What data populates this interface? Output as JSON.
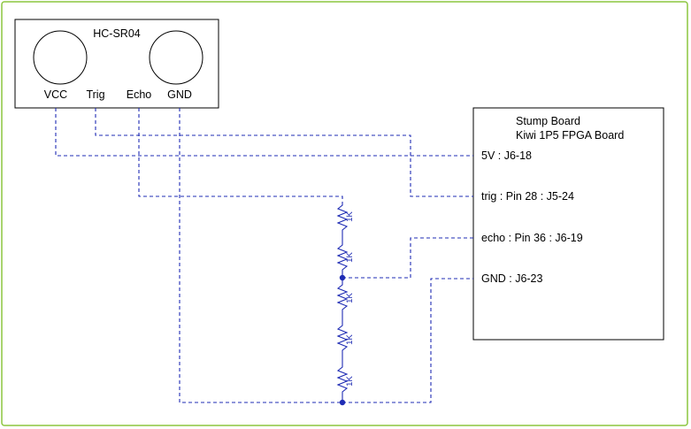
{
  "sensor": {
    "name": "HC-SR04",
    "pins": [
      "VCC",
      "Trig",
      "Echo",
      "GND"
    ]
  },
  "board": {
    "title_line1": "Stump Board",
    "title_line2": "Kiwi 1P5 FPGA Board",
    "connections": [
      "5V : J6-18",
      "trig : Pin 28 : J5-24",
      "echo : Pin 36 : J6-19",
      "GND : J6-23"
    ]
  },
  "resistors": [
    "1K",
    "1K",
    "1K",
    "1K",
    "1K"
  ],
  "colors": {
    "wire": "#1f2cb4",
    "frame": "#8cc63f",
    "outline": "#000000"
  }
}
